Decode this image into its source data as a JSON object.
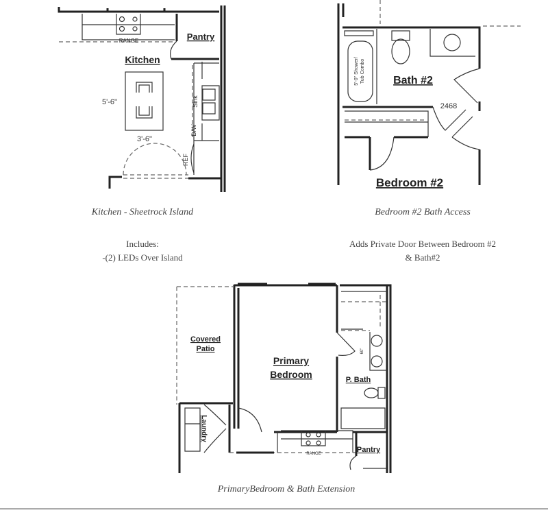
{
  "plans": {
    "kitchen": {
      "caption": "Kitchen - Sheetrock Island",
      "notes": [
        "Includes:",
        "-(2) LEDs Over Island"
      ],
      "labels": {
        "room": "Kitchen",
        "pantry": "Pantry",
        "range": "RANGE",
        "island_height": "5'-6\"",
        "island_width": "3'-6\"",
        "sink": "Sink",
        "dw": "D/W",
        "ref": "REF"
      }
    },
    "bedroom2": {
      "caption": "Bedroom #2 Bath Access",
      "notes": [
        "Adds Private Door Between Bedroom #2",
        "& Bath#2"
      ],
      "labels": {
        "bath": "Bath #2",
        "bedroom": "Bedroom #2",
        "door": "2468",
        "tub_line1": "5'-0\" Shower/",
        "tub_line2": "Tub Combo"
      }
    },
    "primary": {
      "caption": "PrimaryBedroom & Bath Extension",
      "labels": {
        "patio_line1": "Covered",
        "patio_line2": "Patio",
        "bedroom_line1": "Primary",
        "bedroom_line2": "Bedroom",
        "bath": "P. Bath",
        "pantry": "Pantry",
        "laundry": "Laundry",
        "range": "RANGE",
        "vanity": "60\""
      }
    }
  }
}
